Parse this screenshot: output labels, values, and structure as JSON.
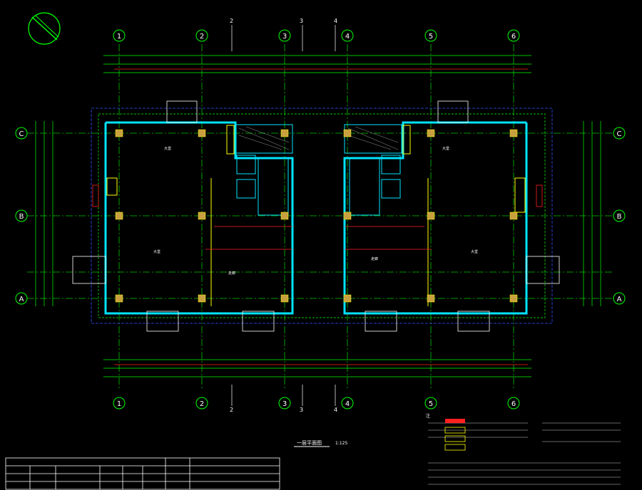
{
  "grid": {
    "columns": [
      "1",
      "2",
      "3",
      "4",
      "5",
      "6"
    ],
    "rows": [
      "C",
      "B",
      "A"
    ]
  },
  "section_marks": [
    "2",
    "3",
    "4"
  ],
  "drawing_title": "一层平面图",
  "drawing_scale": "1:125",
  "notes_header": "注",
  "room_labels": [
    "大堂",
    "大堂",
    "走廊",
    "大堂",
    "大堂",
    "走廊"
  ],
  "colors": {
    "background": "#000000",
    "wall": "#00e5ff",
    "grid": "#00c800",
    "dim_green": "#00ff00",
    "red": "#ff2020",
    "yellow": "#ffff00",
    "blue": "#3050ff",
    "white": "#ffffff",
    "magenta": "#ff40ff"
  },
  "icons": [
    "north-arrow-icon"
  ]
}
